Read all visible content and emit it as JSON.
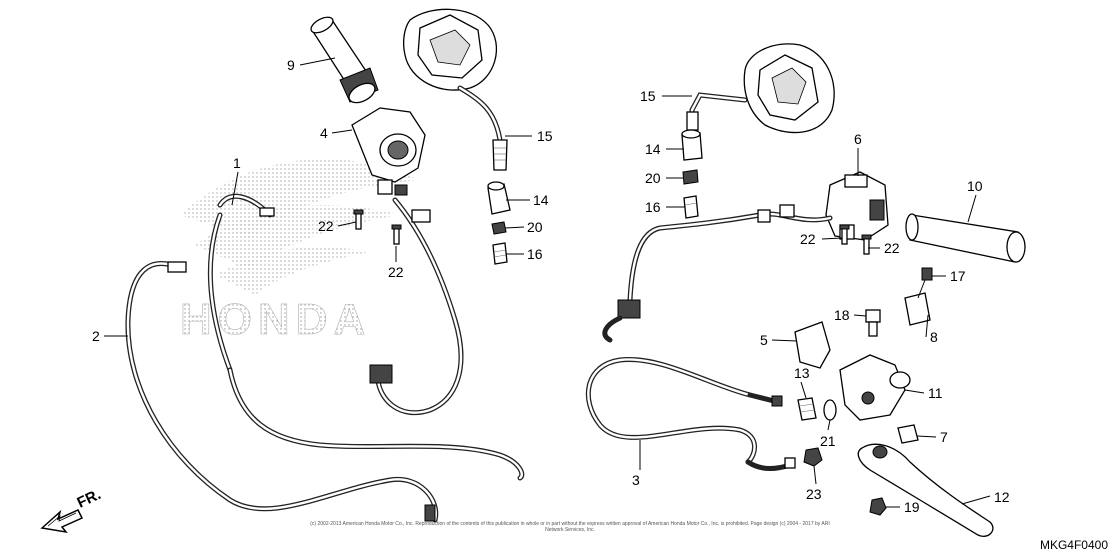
{
  "diagram": {
    "callouts": [
      {
        "label": "9"
      },
      {
        "label": "4"
      },
      {
        "label": "15"
      },
      {
        "label": "1"
      },
      {
        "label": "14"
      },
      {
        "label": "22"
      },
      {
        "label": "20"
      },
      {
        "label": "22"
      },
      {
        "label": "16"
      },
      {
        "label": "2"
      },
      {
        "label": "15"
      },
      {
        "label": "6"
      },
      {
        "label": "14"
      },
      {
        "label": "10"
      },
      {
        "label": "20"
      },
      {
        "label": "16"
      },
      {
        "label": "22"
      },
      {
        "label": "22"
      },
      {
        "label": "17"
      },
      {
        "label": "18"
      },
      {
        "label": "5"
      },
      {
        "label": "8"
      },
      {
        "label": "13"
      },
      {
        "label": "11"
      },
      {
        "label": "7"
      },
      {
        "label": "21"
      },
      {
        "label": "3"
      },
      {
        "label": "23"
      },
      {
        "label": "12"
      },
      {
        "label": "19"
      }
    ],
    "watermark": "HONDA",
    "front_indicator": "FR.",
    "copyright": "(c) 2002-2013 American Honda Motor Co., Inc. Reproduction of the contents of this publication in whole or in part without the express written approval of American Honda Motor Co., Inc. is prohibited. Page design (c) 2004 - 2017 by ARI Network Services, Inc.",
    "code": "MKG4F0400"
  }
}
